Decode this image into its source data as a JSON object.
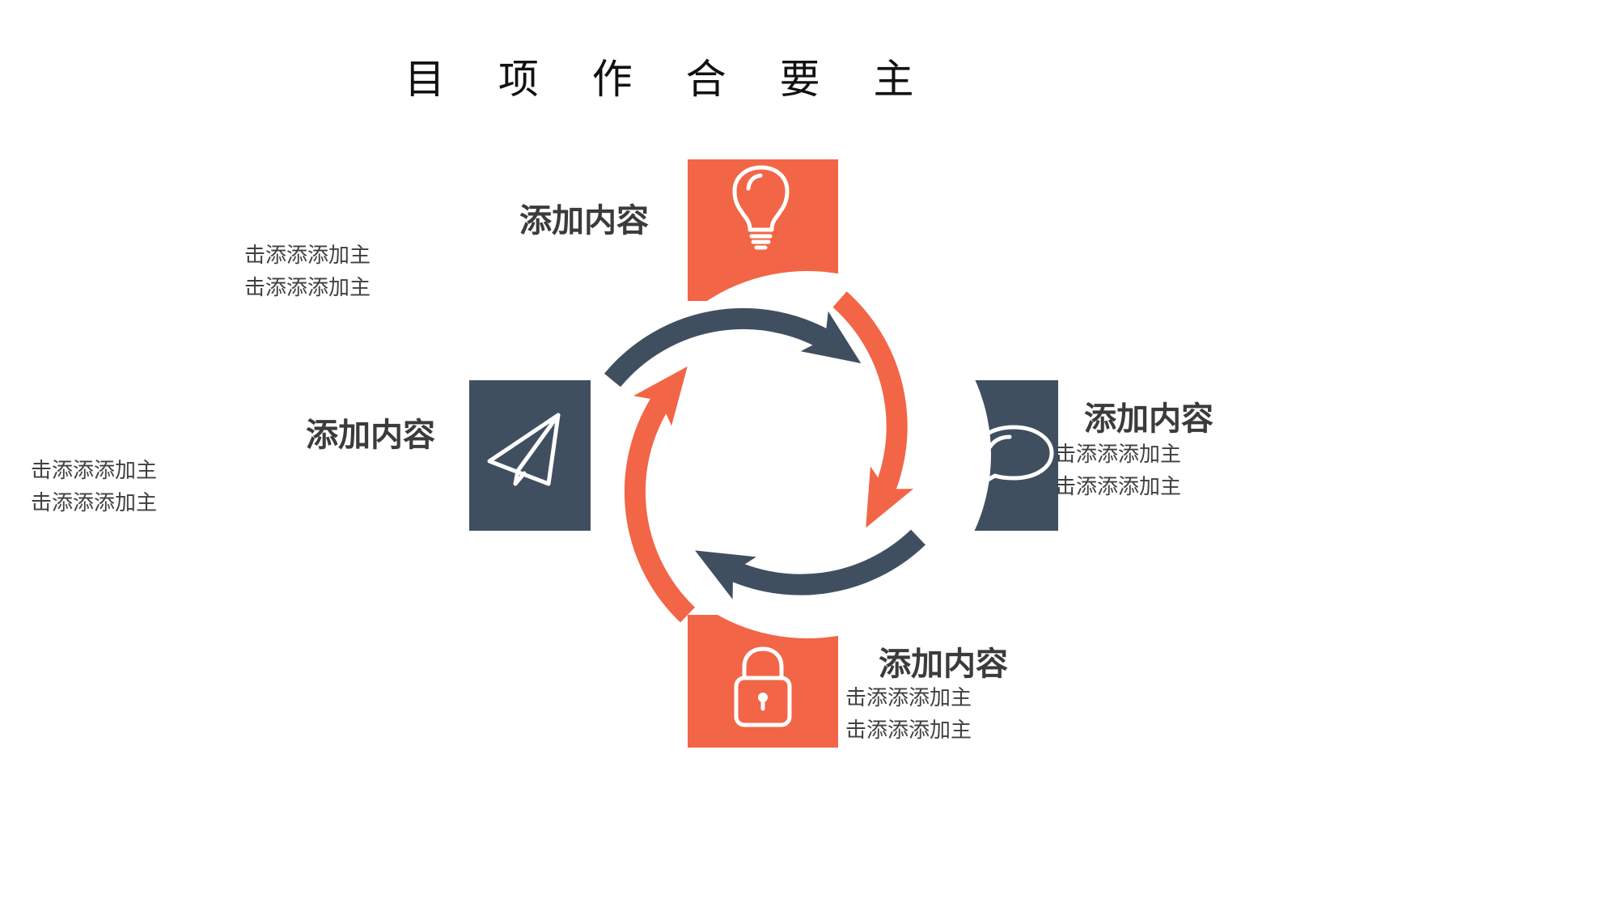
{
  "title": "目 项 作 合 要 主",
  "colors": {
    "orange": "#F26546",
    "navy": "#404F60",
    "text_dark": "#3b3b3b"
  },
  "items": [
    {
      "heading": "添加内容",
      "lines": [
        "击添添添加主",
        "击添添添加主"
      ],
      "icon": "lightbulb-icon",
      "color": "orange"
    },
    {
      "heading": "添加内容",
      "lines": [
        "击添添添加主",
        "击添添添加主"
      ],
      "icon": "chat-bubble-icon",
      "color": "navy"
    },
    {
      "heading": "添加内容",
      "lines": [
        "击添添添加主",
        "击添添添加主"
      ],
      "icon": "padlock-icon",
      "color": "orange"
    },
    {
      "heading": "添加内容",
      "lines": [
        "击添添添加主",
        "击添添添加主"
      ],
      "icon": "paper-plane-icon",
      "color": "navy"
    }
  ]
}
